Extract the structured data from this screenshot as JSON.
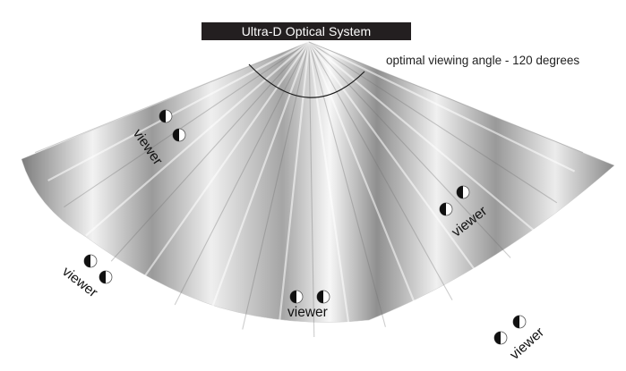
{
  "title": "Ultra-D Optical System",
  "angle_annotation": "optimal viewing angle - 120 degrees",
  "viewers": [
    {
      "label": "viewer"
    },
    {
      "label": "viewer"
    },
    {
      "label": "viewer"
    },
    {
      "label": "viewer"
    },
    {
      "label": "viewer"
    }
  ]
}
